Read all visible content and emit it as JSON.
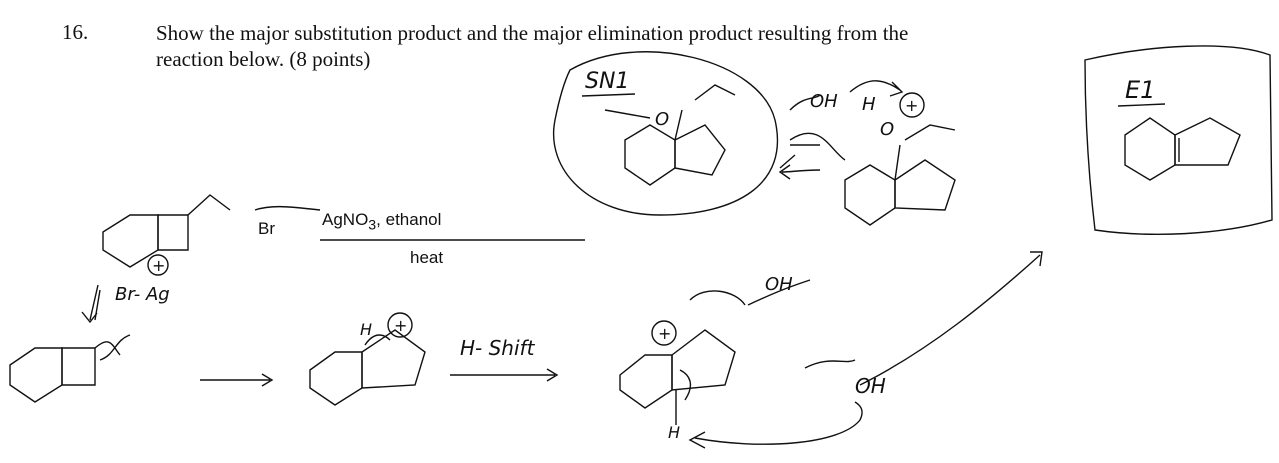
{
  "question": {
    "number": "16.",
    "line1": "Show the major substitution product and the major elimination product resulting from the",
    "line2": "reaction below. (8 points)"
  },
  "reaction": {
    "leaving_group": "Br",
    "reagent_main": "AgNO",
    "reagent_sub": "3",
    "reagent_tail": ", ethanol",
    "condition": "heat"
  },
  "annotations": {
    "sn1": "SN1",
    "e1": "E1",
    "h_shift": "H- Shift",
    "br_ag": "Br- Ag",
    "oxygen": "O",
    "oh": "OH",
    "h": "H",
    "plus": "+"
  }
}
